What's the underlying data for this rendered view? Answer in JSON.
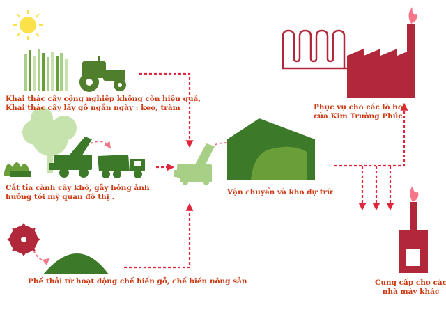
{
  "colors": {
    "text": "#cc3a14",
    "arrow": "#e0263c",
    "arrow_light": "#ee7a8a",
    "dark_green": "#3c7a2a",
    "mid_green": "#6a9e38",
    "light_green": "#a7cf86",
    "pale_green": "#c6e2ad",
    "factory": "#b0283a",
    "flame": "#f7768a",
    "sun": "#fde14a"
  },
  "labels": {
    "plantation_line1": "Khai thác cây cộng nghiệp không còn hiệu quả,",
    "plantation_line2": "Khai thác cây lấy gỗ ngắn ngày : keo, tràm",
    "pruning_line1": "Cắt tỉa cành cây khô, gẫy hỏng ảnh",
    "pruning_line2": "hưởng tới mỹ quan đô thị .",
    "waste": "Phế thải từ hoạt động chế biến gỗ, chế biến nông sản",
    "transport_storage": "Vận chuyển và kho dự trữ",
    "boiler_line1": "Phục vụ cho các lò hơi",
    "boiler_line2": "của Kim Trường Phúc",
    "supply_line1": "Cung cấp cho các",
    "supply_line2": "nhà máy khác"
  },
  "icons": [
    "sun-icon",
    "crops-icon",
    "tractor-icon",
    "tree-icon",
    "bushes-icon",
    "wood-chipper-icon",
    "dump-truck-icon",
    "saw-blade-icon",
    "sawdust-pile-icon",
    "storage-warehouse-icon",
    "factory-icon",
    "steam-pipe-icon",
    "chimney-icon",
    "flame-icon"
  ]
}
